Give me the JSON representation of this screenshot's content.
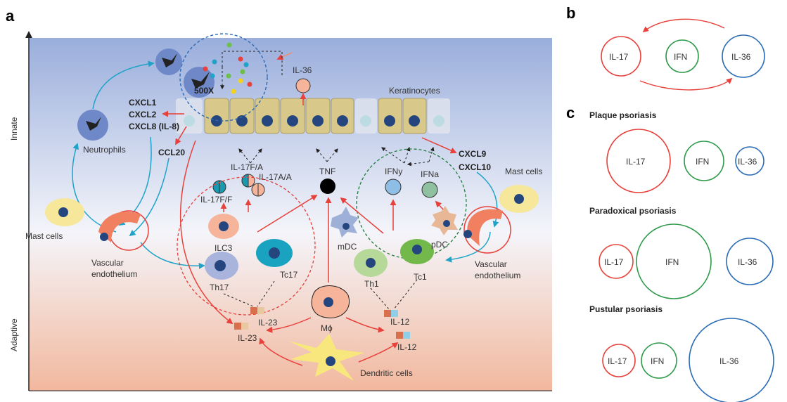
{
  "panels": {
    "a": "a",
    "b": "b",
    "c": "c"
  },
  "axis": {
    "top": "Innate",
    "bottom": "Adaptive"
  },
  "panel_a": {
    "keratinocytes": "Keratinocytes",
    "il36": "IL-36",
    "x500": "500X",
    "neutrophils": "Neutrophils",
    "cxcl1": "CXCL1",
    "cxcl2": "CXCL2",
    "cxcl8": "CXCL8 (IL-8)",
    "ccl20": "CCL20",
    "il17fa": "IL-17F/A",
    "il17aa": "IL-17A/A",
    "il17ff": "IL-17F/F",
    "tnf": "TNF",
    "ifny": "IFNy",
    "ifna": "IFNa",
    "cxcl9": "CXCL9",
    "cxcl10": "CXCL10",
    "mast_left": "Mast cells",
    "mast_right": "Mast cells",
    "vasc_left_1": "Vascular",
    "vasc_left_2": "endothelium",
    "vasc_right_1": "Vascular",
    "vasc_right_2": "endothelium",
    "ilc3": "ILC3",
    "tc17": "Tc17",
    "th17": "Th17",
    "mdc": "mDC",
    "th1": "Th1",
    "tc1": "Tc1",
    "pdc": "pDC",
    "mphi": "Mϕ",
    "il23a": "IL-23",
    "il23b": "IL-23",
    "il12a": "IL-12",
    "il12b": "IL-12",
    "dendritic": "Dendritic cells"
  },
  "panel_b": {
    "il17": "IL-17",
    "ifn": "IFN",
    "il36": "IL-36"
  },
  "panel_c": [
    {
      "title": "Plaque psoriasis",
      "il17": "IL-17",
      "ifn": "IFN",
      "il36": "IL-36"
    },
    {
      "title": "Paradoxical psoriasis",
      "il17": "IL-17",
      "ifn": "IFN",
      "il36": "IL-36"
    },
    {
      "title": "Pustular psoriasis",
      "il17": "IL-17",
      "ifn": "IFN",
      "il36": "IL-36"
    }
  ],
  "colors": {
    "il17": "#e8403a",
    "ifn": "#2e9a4a",
    "il36": "#2a6bb5",
    "keratinocyte": "#d8c88a",
    "neutrophil": "#6f88c8"
  }
}
